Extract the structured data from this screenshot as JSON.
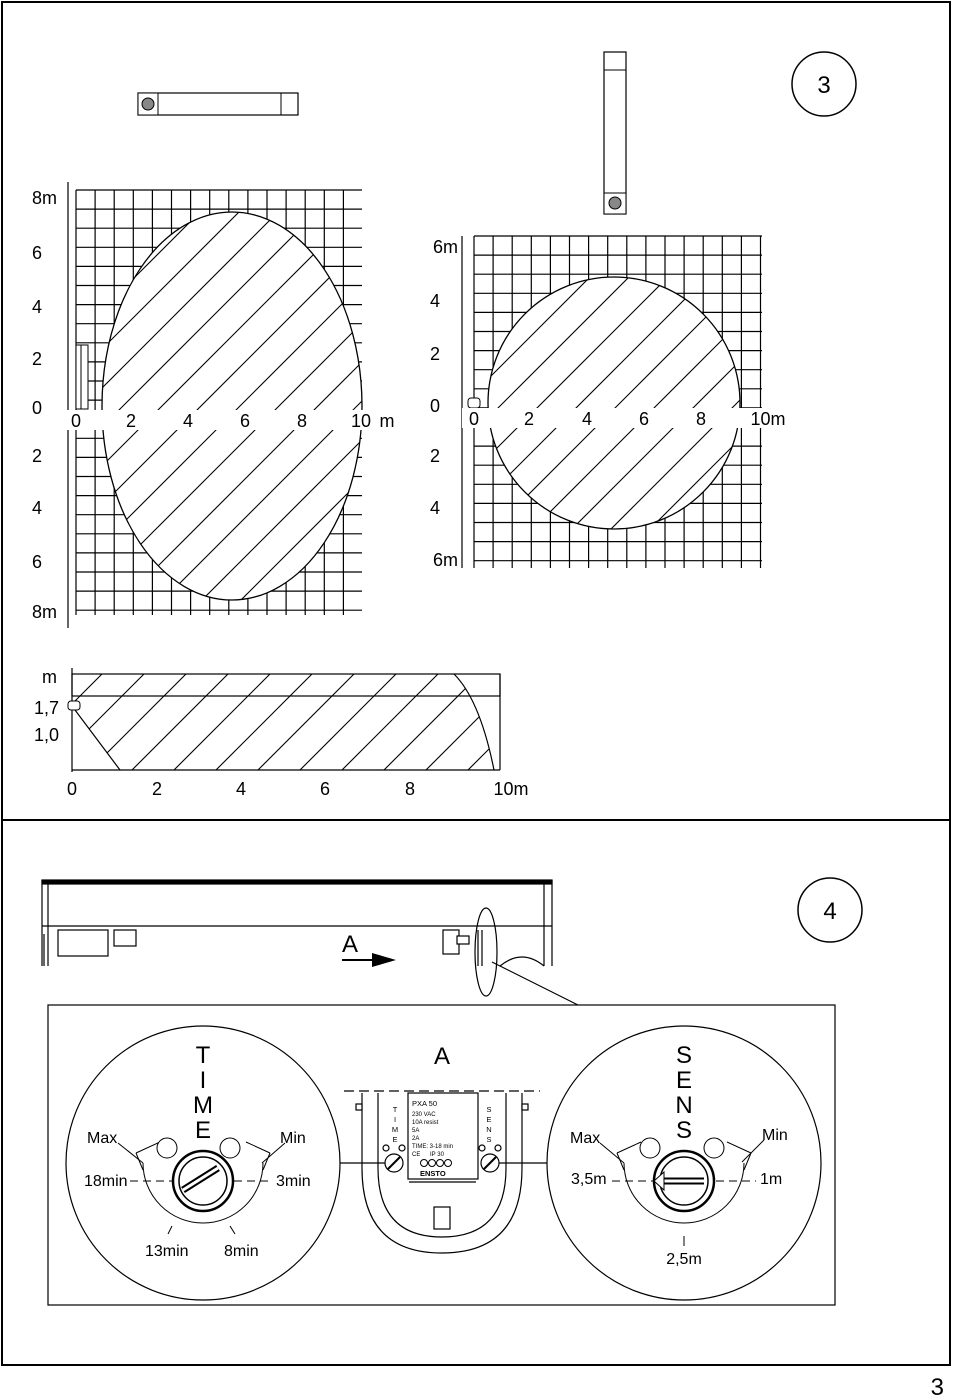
{
  "section3": {
    "badge": "3",
    "top_view_y_labels": [
      "8m",
      "6",
      "4",
      "2",
      "0",
      "2",
      "4",
      "6",
      "8m"
    ],
    "top_view_x_labels": [
      "0",
      "2",
      "4",
      "6",
      "8",
      "10",
      "m"
    ],
    "ceiling_view_y_labels": [
      "6m",
      "4",
      "2",
      "0",
      "2",
      "4",
      "6m"
    ],
    "ceiling_view_x_labels": [
      "0",
      "2",
      "4",
      "6",
      "8",
      "10m"
    ],
    "side_view_y_labels": [
      "m",
      "1,7",
      "1,0"
    ],
    "side_view_x_labels": [
      "0",
      "2",
      "4",
      "6",
      "8",
      "10m"
    ]
  },
  "section4": {
    "badge": "4",
    "arrow_label": "A",
    "time_dial": {
      "title_letters": [
        "T",
        "I",
        "M",
        "E"
      ],
      "max_label": "Max",
      "min_label": "Min",
      "left_value": "18min",
      "right_value": "3min",
      "bottom_left": "13min",
      "bottom_right": "8min"
    },
    "detail": {
      "title": "A",
      "product": "PXA 50",
      "spec_lines": [
        "230 VAC",
        "10A resist",
        "5A",
        "2A",
        "TIME: 3-18 min",
        "IP 30"
      ],
      "brand": "ENSTO",
      "time_letters": [
        "T",
        "I",
        "M",
        "E"
      ],
      "sens_letters": [
        "S",
        "E",
        "N",
        "S"
      ]
    },
    "sens_dial": {
      "title_letters": [
        "S",
        "E",
        "N",
        "S"
      ],
      "max_label": "Max",
      "min_label": "Min",
      "left_value": "3,5m",
      "right_value": "1m",
      "bottom_value": "2,5m"
    }
  },
  "page_number": "3"
}
